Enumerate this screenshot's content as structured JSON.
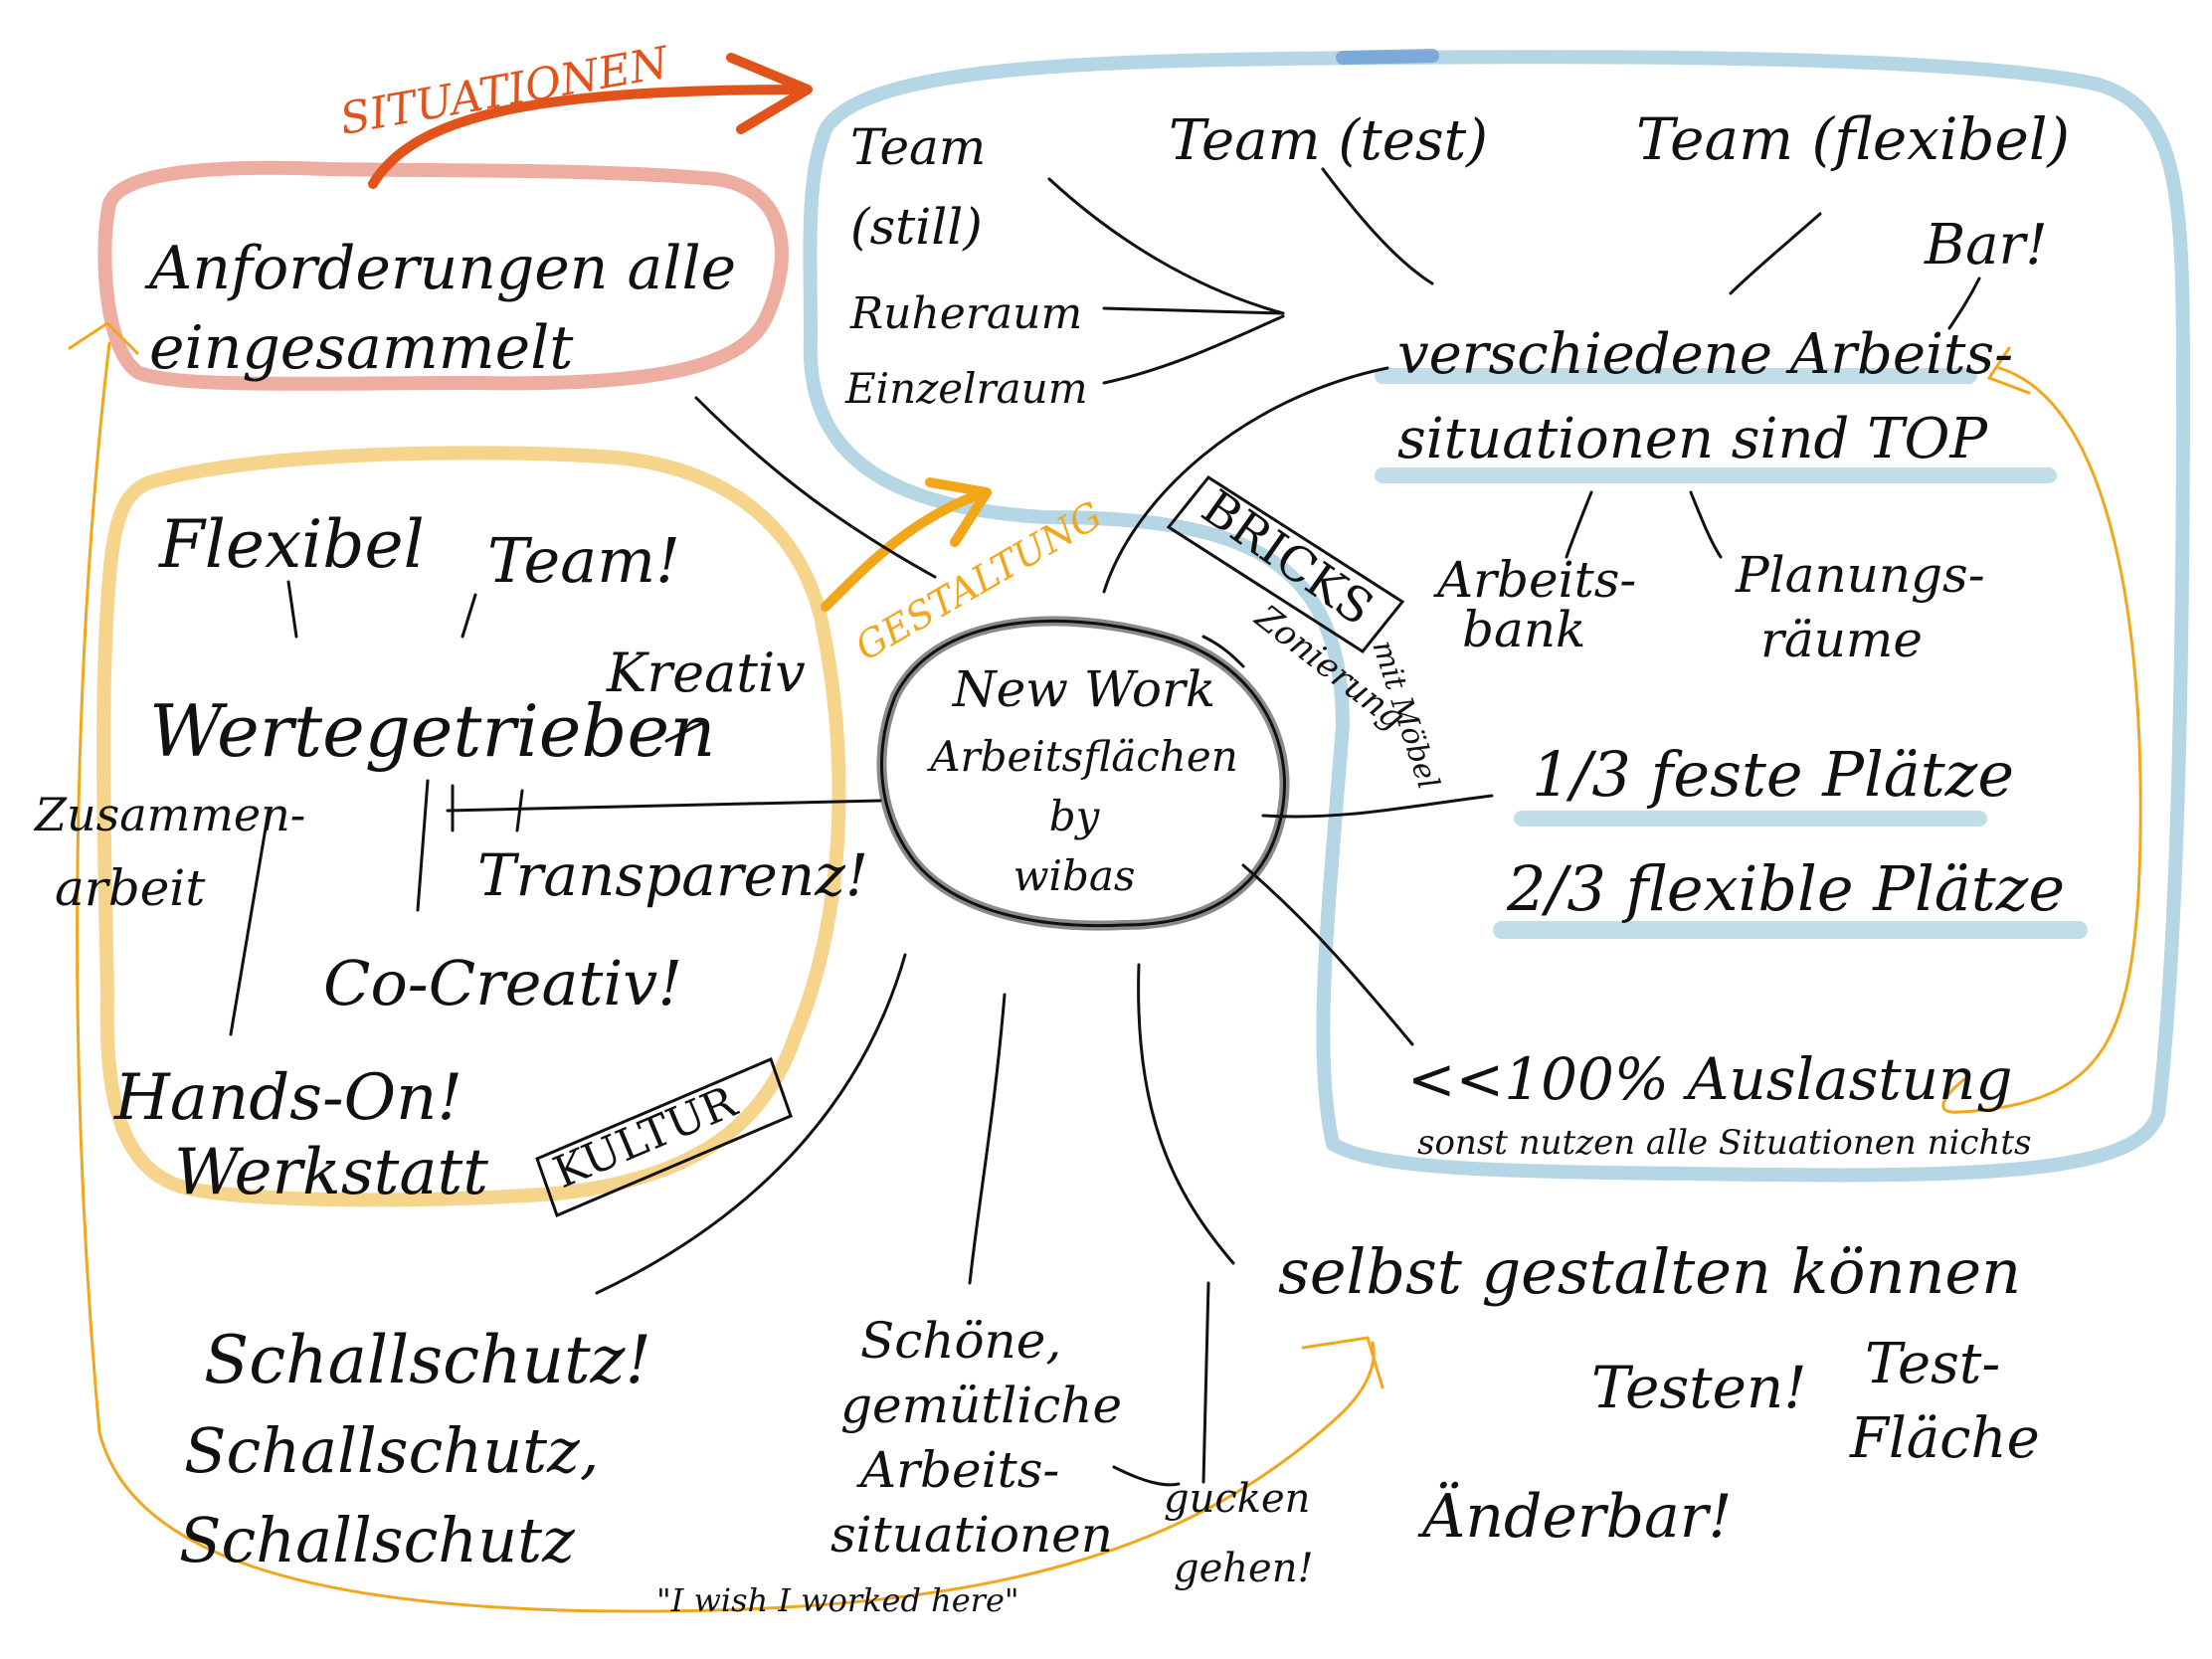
{
  "colors": {
    "ink": "#111111",
    "red_region": "#e8998a",
    "red_arrow": "#e2531c",
    "blue_region": "#a8cfe0",
    "yellow_region": "#f5cf7f",
    "orange_accent": "#f2a71b",
    "gray_center": "#8a8a8a"
  },
  "center": {
    "line1": "New Work",
    "line2": "Arbeitsflächen",
    "line3": "by",
    "line4": "wibas"
  },
  "arrows": {
    "situationen": "SITUATIONEN",
    "gestaltung": "GESTALTUNG"
  },
  "red_box": {
    "line1": "Anforderungen alle",
    "line2": "eingesammelt"
  },
  "blue_box": {
    "team_still_1": "Team",
    "team_still_2": "(still)",
    "ruheraum": "Ruheraum",
    "einzelraum": "Einzelraum",
    "team_test": "Team (test)",
    "team_flexibel": "Team (flexibel)",
    "bar": "Bar!",
    "verschiedene_1": "verschiedene Arbeits-",
    "verschiedene_2": "situationen sind TOP",
    "arbeitsbank_1": "Arbeits-",
    "arbeitsbank_2": "bank",
    "planung_1": "Planungs-",
    "planung_2": "räume",
    "feste": "1/3 feste Plätze",
    "flexible": "2/3 flexible Plätze",
    "auslastung": "<<100% Auslastung",
    "sonst": "sonst nutzen alle Situationen nichts",
    "bricks": "BRICKS",
    "moebel": "mit Möbel",
    "zonierung": "Zonierung"
  },
  "yellow_box": {
    "flexibel": "Flexibel",
    "team": "Team!",
    "kreativ": "Kreativ",
    "wertegetrieben": "Wertegetrieben",
    "zusammenarbeit_1": "Zusammen-",
    "zusammenarbeit_2": "arbeit",
    "transparenz": "Transparenz!",
    "co_creativ": "Co-Creativ!",
    "hands_on": "Hands-On!",
    "werkstatt": "Werkstatt",
    "kultur": "KULTUR"
  },
  "bottom": {
    "schallschutz_1": "Schallschutz!",
    "schallschutz_2": "Schallschutz,",
    "schallschutz_3": "Schallschutz",
    "schoene_1": "Schöne,",
    "schoene_2": "gemütliche",
    "schoene_3": "Arbeits-",
    "schoene_4": "situationen",
    "wish": "\"I wish I worked here\"",
    "gucken_1": "gucken",
    "gucken_2": "gehen!",
    "selbst": "selbst gestalten können",
    "testen": "Testen!",
    "testflaeche_1": "Test-",
    "testflaeche_2": "Fläche",
    "aenderbar": "Änderbar!"
  }
}
